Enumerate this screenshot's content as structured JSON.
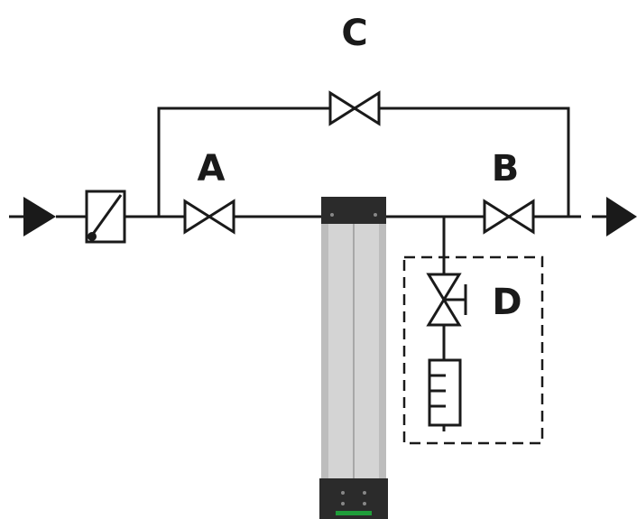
{
  "labels": {
    "valve_a": "A",
    "valve_b": "B",
    "valve_c": "C",
    "valve_d": "D"
  },
  "icons": {
    "inlet": "flow-arrow-icon",
    "outlet": "flow-arrow-icon",
    "filter": "filter-icon",
    "valve": "gate-valve-icon",
    "drain_valve": "drain-valve-icon",
    "separator": "separator-icon"
  },
  "colors": {
    "line": "#1a1a1a",
    "unit_body": "#d4d4d4",
    "unit_cap": "#2b2b2b",
    "unit_status_led": "#1f9d3a"
  }
}
